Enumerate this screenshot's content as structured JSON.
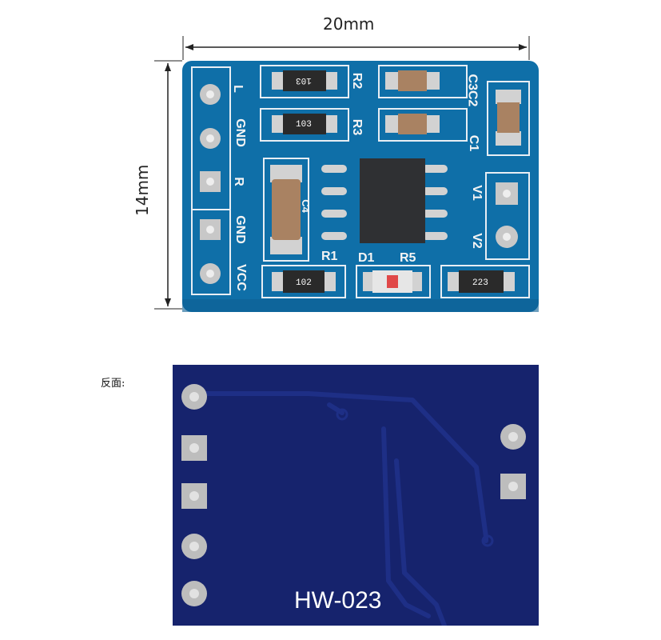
{
  "dimensions": {
    "width_label": "20mm",
    "height_label": "14mm"
  },
  "front": {
    "pin_labels": [
      "L",
      "GND",
      "R",
      "GND",
      "VCC"
    ],
    "refs": {
      "r2": "R2",
      "r3": "R3",
      "c3c2": "C3C2",
      "c1": "C1",
      "v1": "V1",
      "v2": "V2",
      "r1": "R1",
      "d1": "D1",
      "r5": "R5",
      "c4": "C4"
    },
    "resistor_codes": {
      "r2": "103",
      "r3": "103",
      "r1": "102",
      "r5": "223"
    },
    "colors": {
      "pcb": "#0f6fa8",
      "pad": "#c8c8c8"
    }
  },
  "back": {
    "side_label": "反面:",
    "model": "HW-023",
    "colors": {
      "pcb": "#16236d"
    }
  }
}
